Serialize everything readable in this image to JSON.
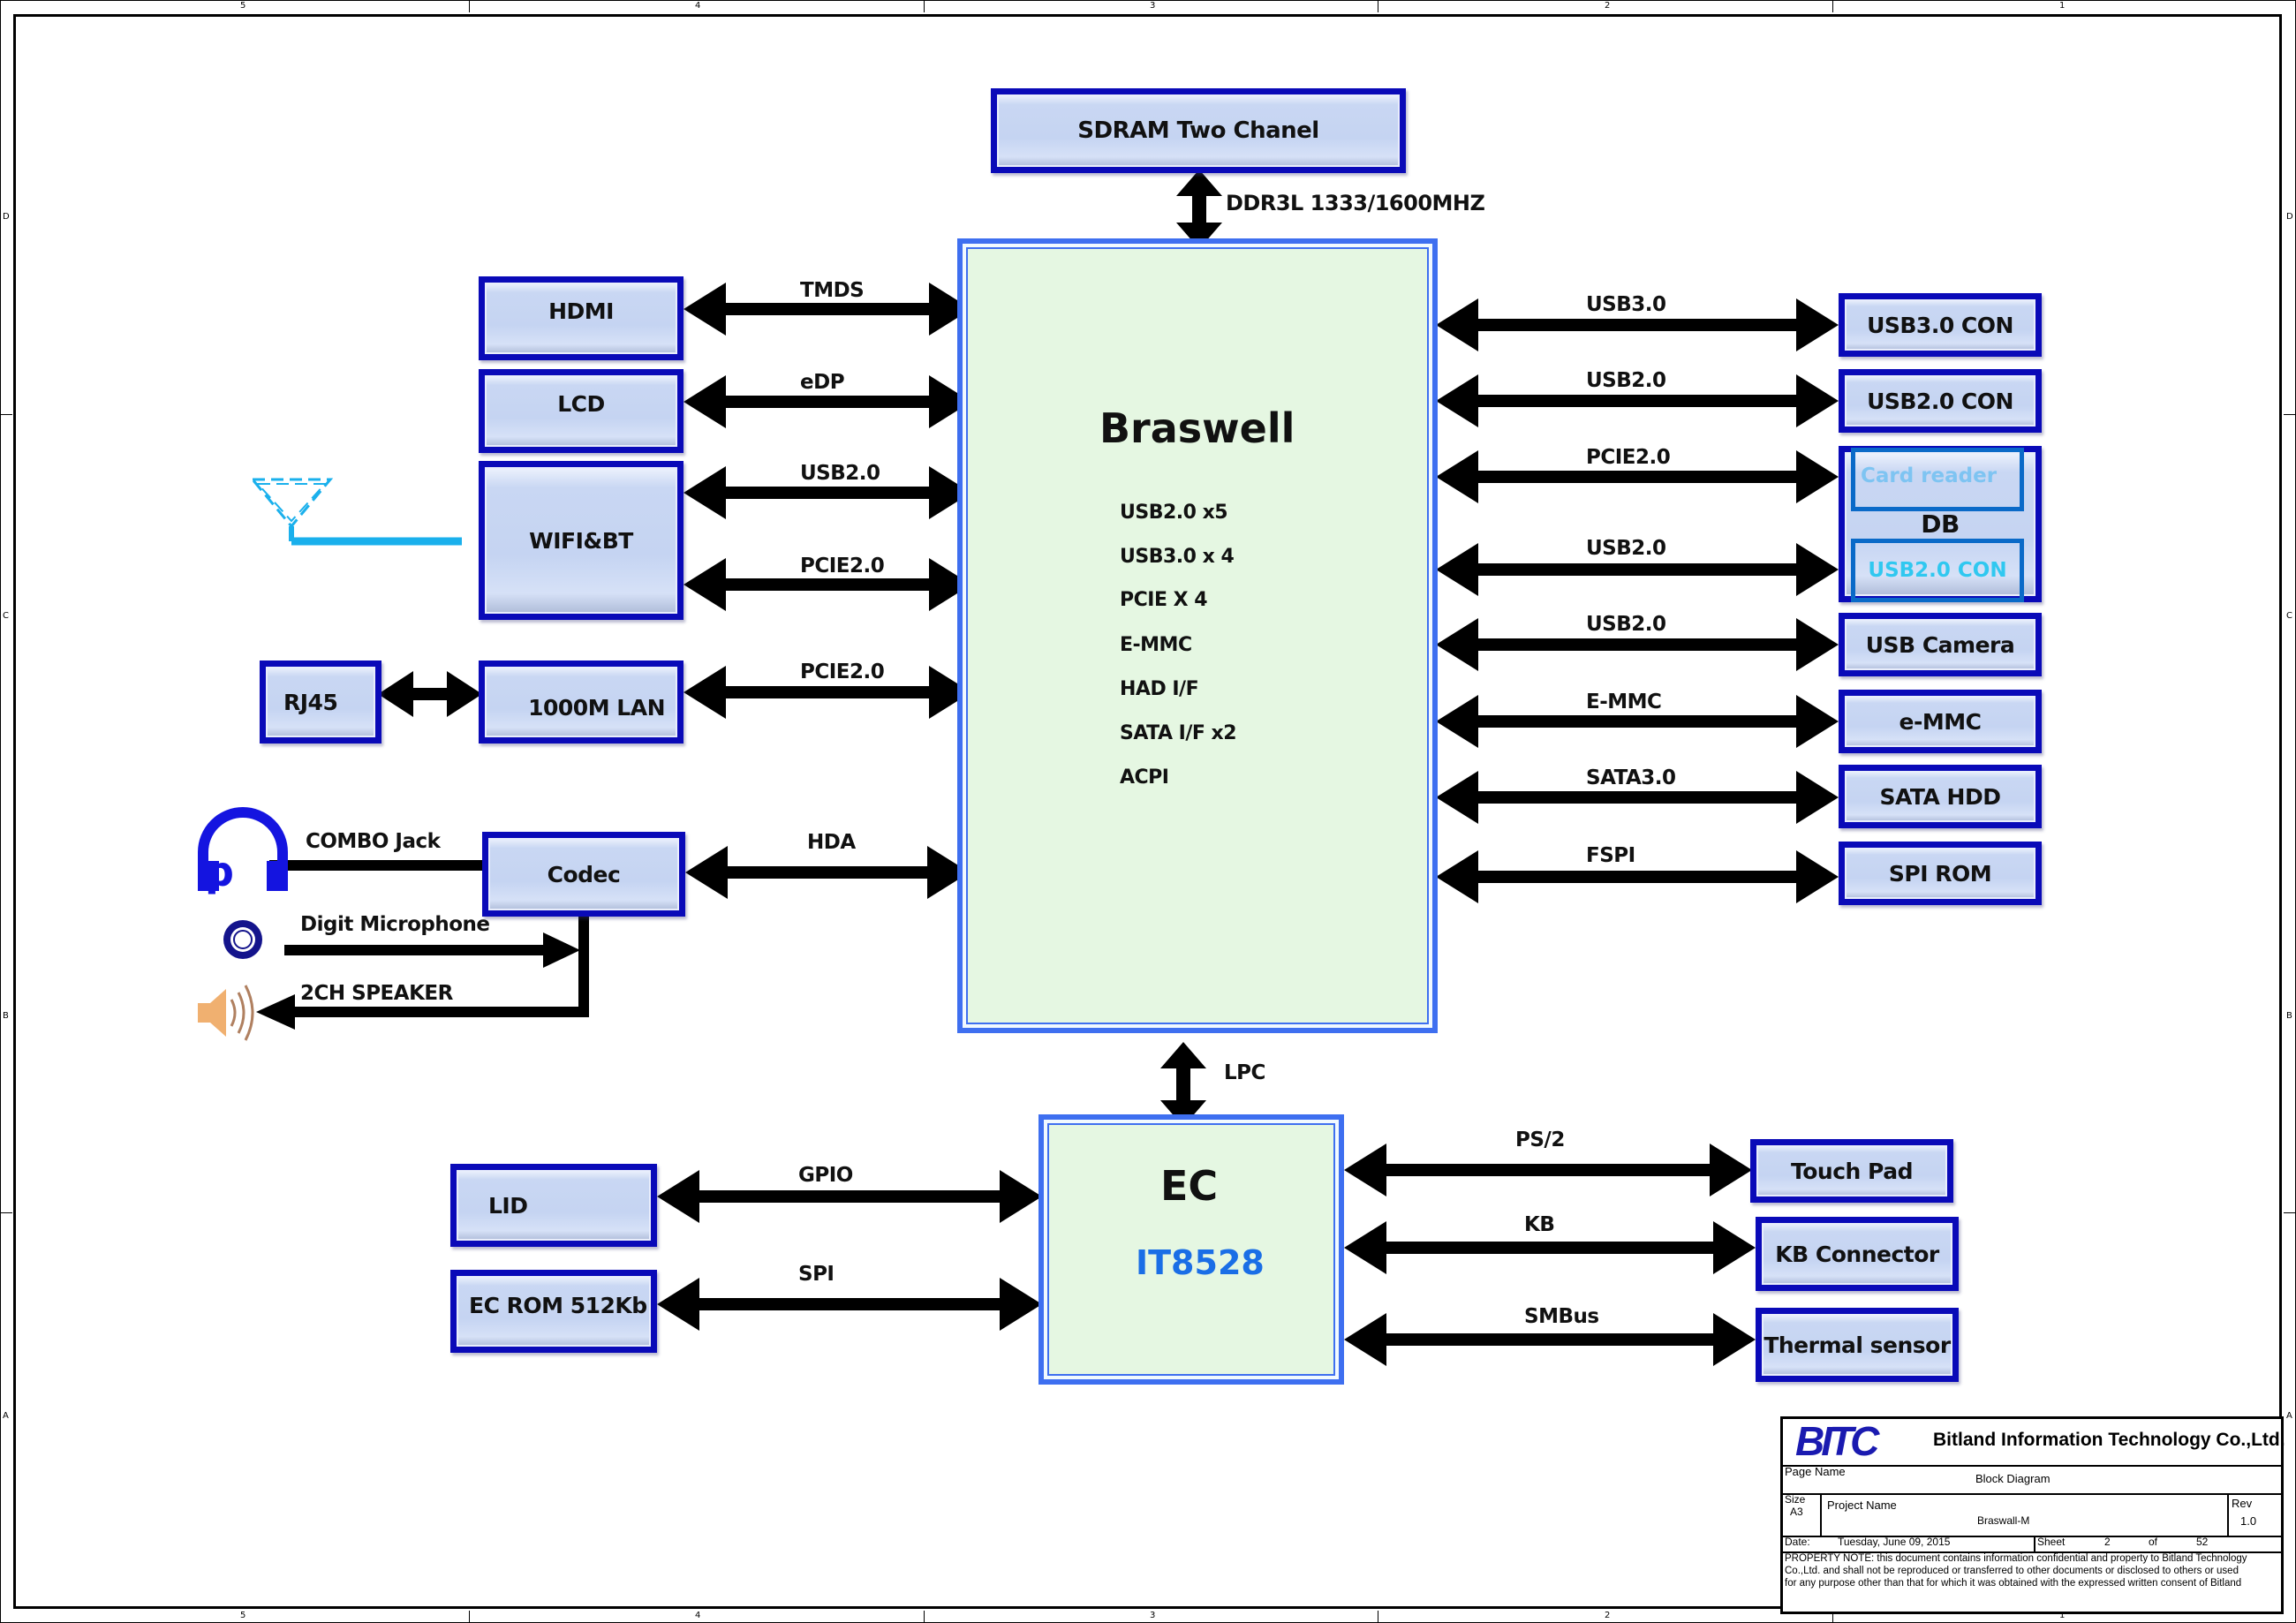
{
  "frame": {
    "columns_top": [
      "5",
      "4",
      "3",
      "2",
      "1"
    ],
    "columns_bottom": [
      "5",
      "4",
      "3",
      "2",
      "1"
    ],
    "rows_left": [
      "D",
      "C",
      "B",
      "A"
    ],
    "rows_right": [
      "D",
      "C",
      "B",
      "A"
    ]
  },
  "soc": {
    "name": "Braswell",
    "features": [
      "USB2.0 x5",
      "USB3.0 x 4",
      "PCIE X 4",
      "E-MMC",
      "HAD I/F",
      "SATA I/F x2",
      "ACPI"
    ]
  },
  "memory": {
    "block": "SDRAM Two  Chanel",
    "bus": "DDR3L 1333/1600MHZ"
  },
  "left_blocks": {
    "hdmi": "HDMI",
    "lcd": "LCD",
    "wifi": "WIFI&BT",
    "lan": "1000M LAN",
    "rj45": "RJ45",
    "codec": "Codec"
  },
  "left_buses": {
    "hdmi": "TMDS",
    "lcd": "eDP",
    "wifi_usb": "USB2.0",
    "wifi_pcie": "PCIE2.0",
    "lan": "PCIE2.0",
    "codec": "HDA"
  },
  "audio": {
    "combo_jack": "COMBO Jack",
    "microphone": "Digit  Microphone",
    "speaker": "2CH SPEAKER"
  },
  "right_links": [
    {
      "bus": "USB3.0",
      "block": "USB3.0  CON"
    },
    {
      "bus": "USB2.0",
      "block": "USB2.0  CON"
    },
    {
      "bus": "PCIE2.0",
      "block": "Card reader"
    },
    {
      "bus": "USB2.0",
      "block": "USB2.0  CON"
    },
    {
      "bus": "USB2.0",
      "block": "USB Camera"
    },
    {
      "bus": "E-MMC",
      "block": "e-MMC"
    },
    {
      "bus": "SATA3.0",
      "block": "SATA HDD"
    },
    {
      "bus": "FSPI",
      "block": "SPI ROM"
    }
  ],
  "daughter_board": {
    "label": "DB"
  },
  "ec": {
    "name": "EC",
    "part": "IT8528",
    "host_bus": "LPC",
    "left_links": [
      {
        "bus": "GPIO",
        "block": "LID"
      },
      {
        "bus": "SPI",
        "block": "EC ROM  512Kb"
      }
    ],
    "right_links": [
      {
        "bus": "PS/2",
        "block": "Touch  Pad"
      },
      {
        "bus": "KB",
        "block": "KB Connector"
      },
      {
        "bus": "SMBus",
        "block": "Thermal sensor"
      }
    ]
  },
  "colors": {
    "block_border": "#0a0ab8",
    "chip_border": "#3e6ff0",
    "chip_fill": "#e5f7e2",
    "part_number": "#1a6ee6",
    "card_reader_text": "#7ec4f2",
    "db_usb_text": "#30c8f0",
    "antenna": "#1ab0ec",
    "logo": "#1a1ab0"
  },
  "title_block": {
    "logo_text": "BITC",
    "company": "Bitland Information Technology Co.,Ltd.",
    "page_name_label": "Page Name",
    "page_name": "Block Diagram",
    "size_label": "Size",
    "size": "A3",
    "project_name_label": "Project Name",
    "project_name": "Braswall-M",
    "rev_label": "Rev",
    "rev": "1.0",
    "date_label": "Date:",
    "date": "Tuesday, June 09, 2015",
    "sheet_label": "Sheet",
    "sheet": "2",
    "of_label": "of",
    "sheet_total": "52",
    "property_note": "PROPERTY NOTE: this document contains information confidential and property to Bitland  Technology Co.,Ltd. and  shall  not be reproduced or transferred to other documents or disclosed to others or used for any purpose other than that for which it was obtained with the expressed written consent of Bitland"
  }
}
